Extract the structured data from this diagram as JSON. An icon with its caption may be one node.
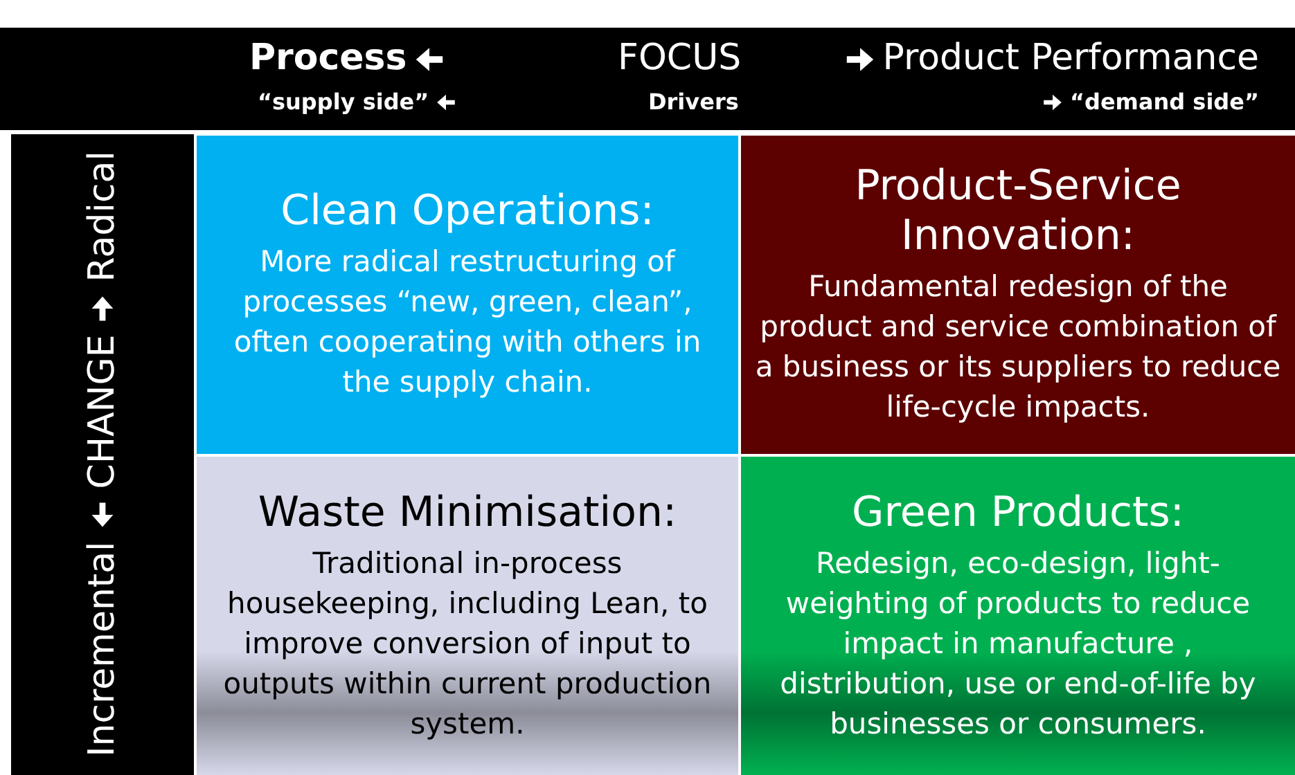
{
  "diagram": {
    "nodes": [
      {
        "text": [
          "Clean Operations:",
          "More radical restructuring of processes “new, green, clean”, often cooperating with others in the supply chain."
        ]
      },
      {
        "text": [
          "Product-Service Innovation:",
          "Fundamental redesign of the product and service combination of a business or its suppliers to reduce life-cycle impacts."
        ]
      },
      {
        "text": [
          "Waste Minimisation:",
          "Traditional in-process housekeeping, including Lean, to improve conversion of input to outputs within current production system."
        ]
      },
      {
        "text": [
          "Green Products:",
          "Redesign, eco-design, light-weighting of products to reduce impact in manufacture , distribution, use or end-of-life by businesses or consumers."
        ]
      }
    ],
    "labels": [
      "Process",
      "FOCUS",
      "Product Performance",
      "“supply side”",
      "Drivers",
      "“demand side”",
      "Incremental",
      "CHANGE",
      "Radical"
    ]
  }
}
